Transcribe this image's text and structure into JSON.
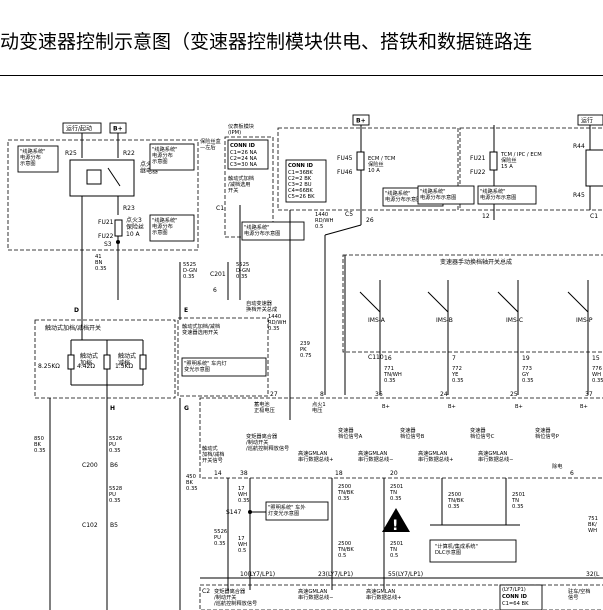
{
  "title": "动变速器控制示意图（变速器控制模块供电、搭铁和数据链路连",
  "top_buttons": {
    "run_start": "运行/起动",
    "bplus1": "B+",
    "bplus2": "B+",
    "run": "运行"
  },
  "left_box": {
    "ref1": "\"线路系统\"\n电源分布\n示意图",
    "r25": "R25",
    "r22": "R22",
    "relay3": "点火3\n继电器",
    "ref2": "\"线路系统\"\n电源分布\n示意图",
    "r23": "R23",
    "fu21": "FU21",
    "fu22": "FU22",
    "fuse": "点火3\n保险丝\n10 A",
    "ref3": "\"线路系统\"\n电源分布\n示意图",
    "s3": "S3"
  },
  "ipm": {
    "label": "仪表板模块\n(IPM)",
    "side_note": "保险丝盒\n—左后",
    "conn_title": "CONN ID",
    "conn_rows": [
      "C1=26 NA",
      "C2=24 NA",
      "C3=30 NA"
    ],
    "desc": "触动式加档\n/减档选用\n开关",
    "c1": "C1"
  },
  "top_mid": {
    "conn_title": "CONN ID",
    "conn_rows": [
      "C1=36BK",
      "C2=2 BK",
      "C3=2 BU",
      "C4=66BK",
      "C5=26 BK"
    ],
    "fu45": "FU45",
    "fu46": "FU46",
    "fuse": "ECM / TCM\n保险丝\n10 A",
    "ref": "\"线路系统\"\n电源分布示意图",
    "c5": "C5",
    "pin26": "26",
    "wire": "1440\nRD/WH\n0.5"
  },
  "top_right": {
    "fu21": "FU21",
    "fu22": "FU22",
    "fuse": "TCM / IPC / ECM\n保险丝\n15 A",
    "ref1": "\"线路系统\"\n电源分布示意图",
    "ref2": "\"线路系统\"\n电源分布示意图",
    "r44": "R44",
    "r45": "R45",
    "c1": "C1",
    "pin12": "12"
  },
  "ref_power": "\"线路系统\"\n电源分布示意图",
  "wire_41": "41\nBN\n0.35",
  "wire_5525a": "5525\nD-GN\n0.35",
  "c201": "C201",
  "pin6": "6",
  "wire_5525b": "5525\nD-GN\n0.35",
  "auto_switch": "自动变速器\n换档开关总成",
  "wire_1440": "1440\nRD/WH\n0.35",
  "wire_239": "239\nPK\n0.75",
  "shift_box": {
    "title": "变速器手动换档轴开关总成",
    "labels": [
      "IMS-A",
      "IMS-B",
      "IMS-C",
      "IMS-P"
    ],
    "wires": [
      "771\nTN/WH\n0.35",
      "772\nYE\n0.35",
      "773\nGY\n0.35",
      "776\nWH\n0.35"
    ],
    "pins": [
      "16",
      "7",
      "19",
      "15"
    ],
    "c110": "C110"
  },
  "tap_box": {
    "title": "触动式加档/减档开关",
    "up": "触动式\n加档",
    "down": "触动式\n减档",
    "r1": "8.25KΩ",
    "r2": "4.42Ω",
    "r3": "1.5KΩ",
    "d": "D",
    "e": "E",
    "h": "H",
    "g": "G"
  },
  "tap_assembly": "触动式加档/减档\n变速器选用开关",
  "light_ref": "\"照明系统\" 车内灯\n变光示意图",
  "wire_850": "850\nBK\n0.35",
  "wire_5526a": "5526\nPU\n0.35",
  "c200": "C200",
  "b6": "B6",
  "wire_5528": "5528\nPU\n0.35",
  "c102": "C102",
  "b5": "B5",
  "tcm_box": {
    "battery": "蓄电池\n正极电压",
    "ignition": "点火1\n电压",
    "range_a": "变速器\n档位信号A",
    "range_b": "变速器\n档位信号B",
    "range_c": "变速器\n档位信号C",
    "range_p": "变速器\n档位信号P",
    "tap": "触动式\n加档/减档\n开关信号",
    "torque": "变矩器离合器\n/制动开关\n/巡航控制释放信号",
    "gmlan1": "高速GMLAN\n串行数据总线+",
    "gmlan2": "高速GMLAN\n串行数据总线−",
    "gmlan3": "高速GMLAN\n串行数据总线+",
    "gmlan4": "高速GMLAN\n串行数据总线−",
    "spare": "除电",
    "pins": [
      "27",
      "8",
      "36",
      "24",
      "25",
      "37",
      "14",
      "38",
      "18",
      "20",
      "6"
    ],
    "b_plus": "B+"
  },
  "wire_450": "450\nBK\n0.35",
  "wire_17a": "17\nWH\n0.35",
  "wire_2500a": "2500\nTN/BK\n0.35",
  "wire_2501a": "2501\nTN\n0.35",
  "wire_2500b": "2500\nTN/BK\n0.35",
  "wire_2501b": "2501\nTN\n0.35",
  "s147": "S147",
  "light_ref2": "\"照明系统\" 车外\n灯变光示意图",
  "wire_5526b": "5526\nPU\n0.35",
  "wire_17b": "17\nWH\n0.5",
  "wire_2500c": "2500\nTN/BK\n0.5",
  "wire_2501c": "2501\nTN\n0.5",
  "wire_751": "751\nBK/\nWH",
  "comm_ref": "\"计算机/集成系统\"\nDLC示意图",
  "bottom_pins": [
    "10(LY7/LP1)",
    "23(LY7/LP1)",
    "55(LY7/LP1)"
  ],
  "bottom_labels": [
    "变矩器离合器\n/制动开关\n/巡航控制释放信号",
    "高速GMLAN\n串行数据总线−",
    "高速GMLAN\n串行数据总线+"
  ],
  "bottom_conn": {
    "c2": "C2",
    "title": "(LY7/LP1)",
    "conn": "CONN ID",
    "row": "C1=64 BK"
  },
  "bottom_right": "驻车/空档\n信号",
  "bottom_right_pin": "32(L"
}
